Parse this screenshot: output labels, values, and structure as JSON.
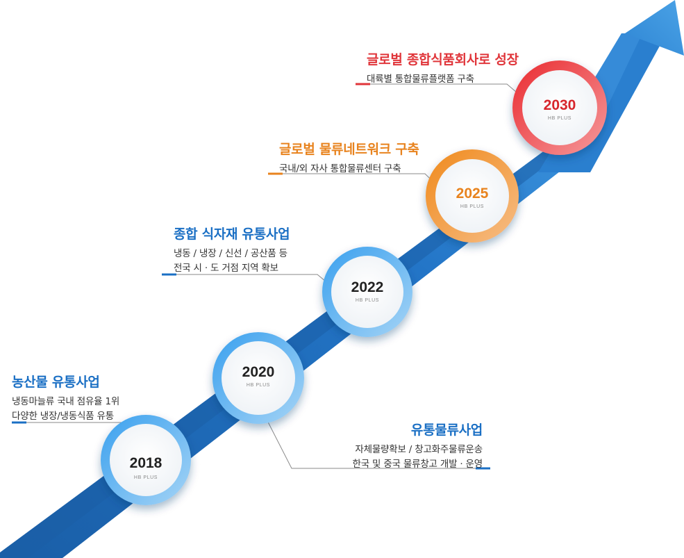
{
  "colors": {
    "arrow_dark": "#1e6bb8",
    "arrow_light": "#3a8fd9",
    "blue": "#1a6fc4",
    "orange": "#e8831e",
    "red": "#e0353a",
    "ring_blue": "#5cb3ef",
    "ring_orange": "#f39a3c",
    "ring_red": "#ee4b4f"
  },
  "milestones": [
    {
      "year": "2018",
      "sub": "HB PLUS"
    },
    {
      "year": "2020",
      "sub": "HB PLUS"
    },
    {
      "year": "2022",
      "sub": "HB PLUS"
    },
    {
      "year": "2025",
      "sub": "HB PLUS"
    },
    {
      "year": "2030",
      "sub": "HB PLUS"
    }
  ],
  "labels": {
    "y2018": {
      "title": "농산물 유통사업",
      "lines": [
        "냉동마늘류 국내 점유율 1위",
        "다양한 냉장/냉동식품 유통"
      ]
    },
    "y2020": {
      "title": "유통물류사업",
      "lines": [
        "자체물량확보 / 창고화주물류운송",
        "한국 및 중국 물류창고 개발 · 운영"
      ]
    },
    "y2022": {
      "title": "종합 식자재 유통사업",
      "lines": [
        "냉동 / 냉장 / 신선 / 공산품 등",
        "전국 시 · 도 거점 지역 확보"
      ]
    },
    "y2025": {
      "title": "글로벌 물류네트워크 구축",
      "lines": [
        "국내/외 자사 통합물류센터 구축"
      ]
    },
    "y2030": {
      "title": "글로벌 종합식품회사로 성장",
      "lines": [
        "대륙별 통합물류플랫폼 구축"
      ]
    }
  }
}
